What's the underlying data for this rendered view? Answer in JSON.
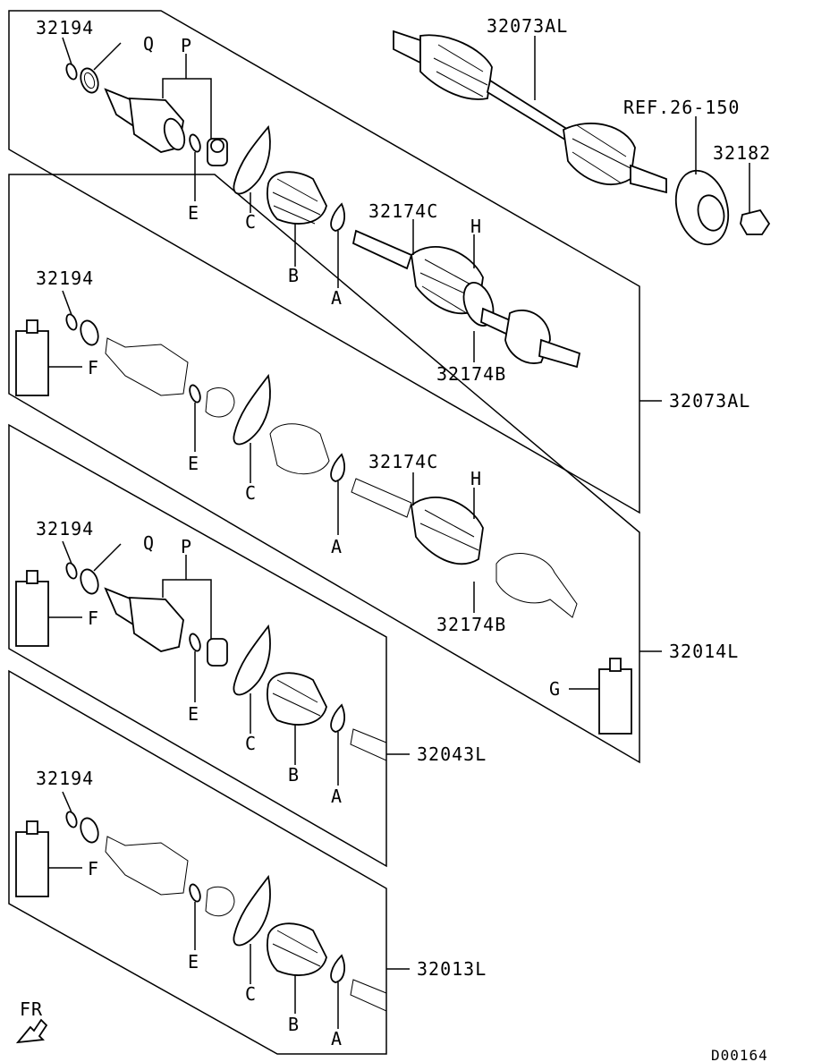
{
  "diagram": {
    "part_numbers": {
      "driveshaft_assy": "32073AL",
      "driveshaft_assy_ref": "32073AL",
      "kit_32014": "32014L",
      "kit_32043": "32043L",
      "kit_32013": "32013L",
      "circlip": "32194",
      "nut": "32182",
      "hub_ref": "REF.26-150",
      "boot_band_c": "32174C",
      "boot_band_b": "32174B"
    },
    "letters": {
      "q": "Q",
      "p": "P",
      "e": "E",
      "c": "C",
      "b": "B",
      "a": "A",
      "h": "H",
      "f": "F",
      "g": "G"
    },
    "direction": "FR",
    "drawing_code": "D00164"
  }
}
